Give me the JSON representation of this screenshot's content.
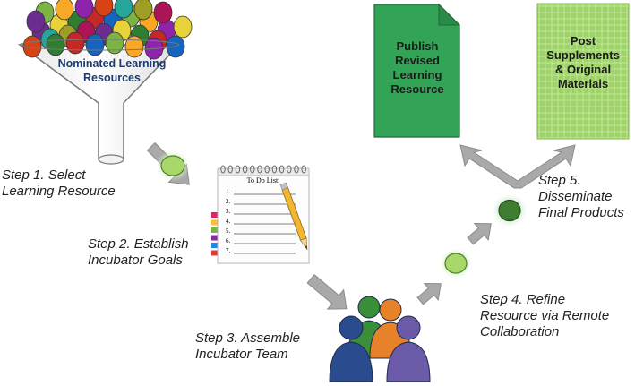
{
  "funnel": {
    "label_line1": "Nominated Learning",
    "label_line2": "Resources",
    "ball_colors": [
      "#6b2d8f",
      "#e8d23a",
      "#2e7d32",
      "#c62828",
      "#1565c0",
      "#7cb342",
      "#f9a825",
      "#8e24aa",
      "#d84315",
      "#26a69a",
      "#9e9d24",
      "#ad1457"
    ]
  },
  "todo": {
    "title": "To Do List:",
    "items": [
      "1.",
      "2.",
      "3.",
      "4.",
      "5.",
      "6.",
      "7."
    ],
    "tab_colors": [
      "#e91e63",
      "#fbc02d",
      "#7cb342",
      "#8e24aa",
      "#1e88e5",
      "#e53935"
    ]
  },
  "publish_box": {
    "line1": "Publish",
    "line2": "Revised",
    "line3": "Learning",
    "line4": "Resource",
    "color": "#33a457"
  },
  "post_box": {
    "line1": "Post",
    "line2": "Supplements",
    "line3": "& Original",
    "line4": "Materials",
    "color": "#9ed36a"
  },
  "steps": [
    {
      "line1": "Step 1. Select",
      "line2": "Learning Resource"
    },
    {
      "line1": "Step 2. Establish",
      "line2": "Incubator Goals"
    },
    {
      "line1": "Step 3. Assemble",
      "line2": "Incubator Team"
    },
    {
      "line1": "Step 4. Refine",
      "line2": "Resource via Remote",
      "line3": "Collaboration"
    },
    {
      "line1": "Step 5.",
      "line2": "Disseminate",
      "line3": "Final Products"
    }
  ],
  "colors": {
    "arrow_gray": "#a9a9a9",
    "ball_light_green": "#a8d86a",
    "ball_dark_green": "#3e7d32",
    "people": [
      "#2a4c8f",
      "#3b8f3b",
      "#e8822a",
      "#6a5aa8"
    ]
  }
}
